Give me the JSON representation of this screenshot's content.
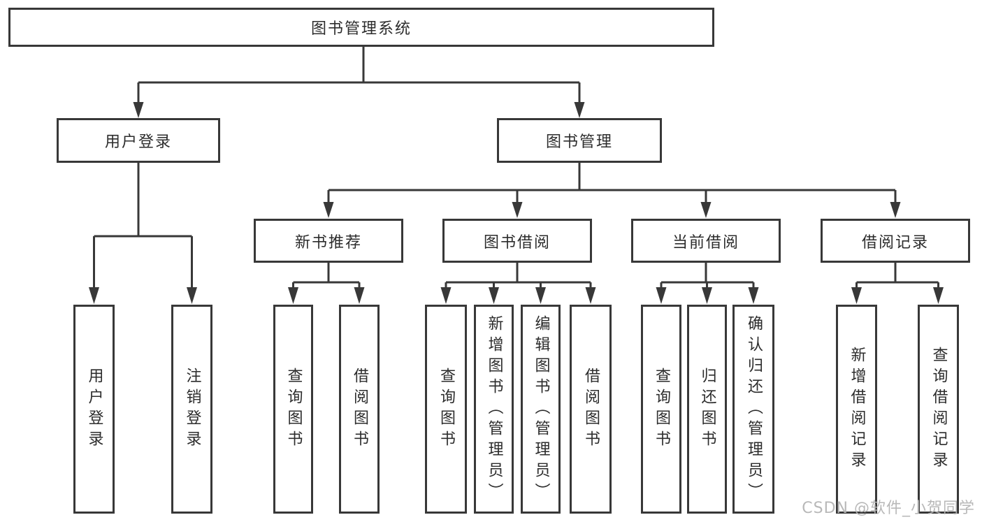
{
  "tree": {
    "root": "图书管理系统",
    "level2": [
      "用户登录",
      "图书管理"
    ],
    "level3": [
      "新书推荐",
      "图书借阅",
      "当前借阅",
      "借阅记录"
    ],
    "leaves": {
      "userLogin": [
        "用户登录",
        "注销登录"
      ],
      "newBook": [
        "查询图书",
        "借阅图书"
      ],
      "bookBorrow": [
        "查询图书",
        "新增图书（管理员）",
        "编辑图书（管理员）",
        "借阅图书"
      ],
      "currentBorrow": [
        "查询图书",
        "归还图书",
        "确认归还（管理员）"
      ],
      "borrowRecord": [
        "新增借阅记录",
        "查询借阅记录"
      ]
    }
  },
  "watermark": "CSDN @软件_小贺同学",
  "colors": {
    "line": "#383838",
    "text": "#2c2c2c",
    "watermark_color": "#b5b5b5",
    "background": "#ffffff"
  }
}
